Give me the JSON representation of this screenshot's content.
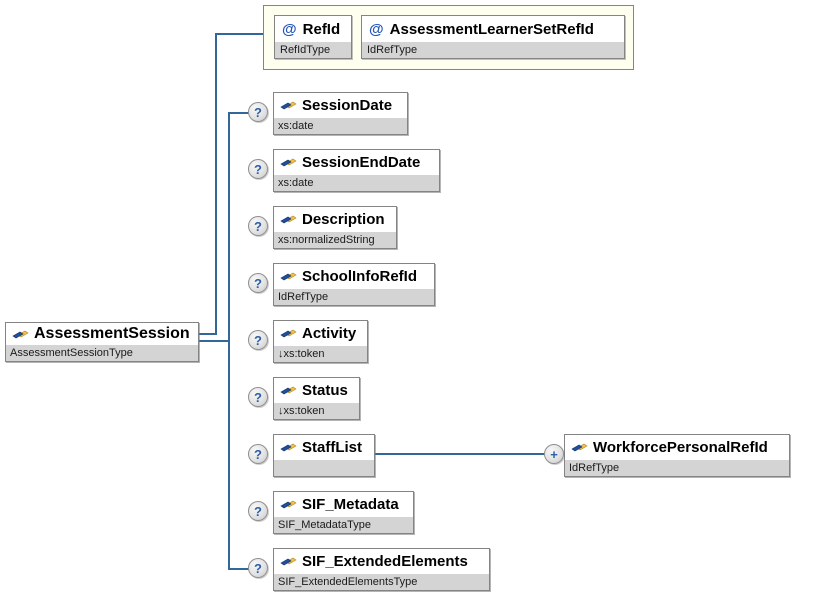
{
  "root": {
    "name": "AssessmentSession",
    "type": "AssessmentSessionType"
  },
  "attributes": [
    {
      "marker": "@",
      "name": "RefId",
      "type": "RefIdType"
    },
    {
      "marker": "@",
      "name": "AssessmentLearnerSetRefId",
      "type": "IdRefType"
    }
  ],
  "children": [
    {
      "occurrence": "?",
      "name": "SessionDate",
      "type": "xs:date"
    },
    {
      "occurrence": "?",
      "name": "SessionEndDate",
      "type": "xs:date"
    },
    {
      "occurrence": "?",
      "name": "Description",
      "type": "xs:normalizedString"
    },
    {
      "occurrence": "?",
      "name": "SchoolInfoRefId",
      "type": "IdRefType"
    },
    {
      "occurrence": "?",
      "name": "Activity",
      "type": "↓xs:token"
    },
    {
      "occurrence": "?",
      "name": "Status",
      "type": "↓xs:token"
    },
    {
      "occurrence": "?",
      "name": "StaffList",
      "type": ""
    },
    {
      "occurrence": "?",
      "name": "SIF_Metadata",
      "type": "SIF_MetadataType"
    },
    {
      "occurrence": "?",
      "name": "SIF_ExtendedElements",
      "type": "SIF_ExtendedElementsType"
    }
  ],
  "grandchild": {
    "occurrence": "+",
    "name": "WorkforcePersonalRefId",
    "type": "IdRefType"
  },
  "colors": {
    "connector": "#336699",
    "attr_panel_bg": "#fffff0",
    "type_strip": "#d4d4d4"
  }
}
